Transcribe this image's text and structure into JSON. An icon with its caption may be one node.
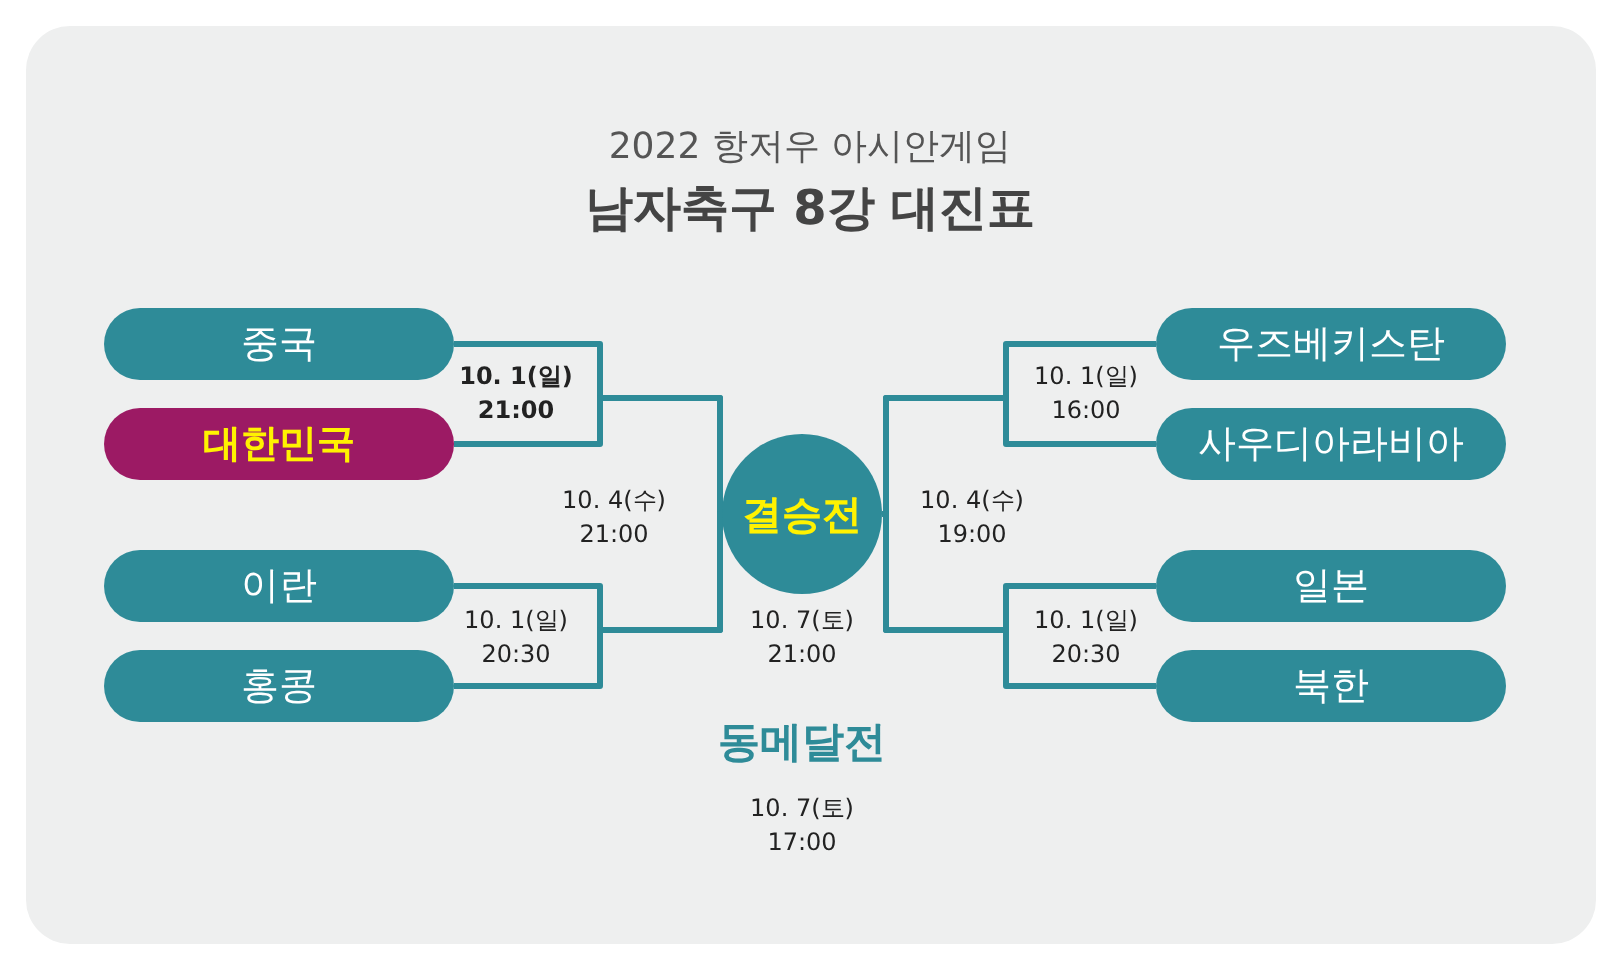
{
  "diagram": {
    "title": "남자축구 8강 대진표",
    "nodes": [
      {
        "text": [
          "중국"
        ]
      },
      {
        "text": [
          "대한민국"
        ]
      },
      {
        "text": [
          "이란"
        ]
      },
      {
        "text": [
          "홍콩"
        ]
      },
      {
        "text": [
          "우즈베키스탄"
        ]
      },
      {
        "text": [
          "사우디아라비아"
        ]
      },
      {
        "text": [
          "일본"
        ]
      },
      {
        "text": [
          "북한"
        ]
      },
      {
        "text": [
          "결승전"
        ],
        "beside": [
          "10. 7(토) 21:00"
        ]
      }
    ],
    "edges": [
      {
        "from": 0,
        "to": 8,
        "arrow": "none"
      },
      {
        "from": 1,
        "to": 8,
        "arrow": "none"
      },
      {
        "from": 2,
        "to": 8,
        "arrow": "none"
      },
      {
        "from": 3,
        "to": 8,
        "arrow": "none"
      },
      {
        "from": 4,
        "to": 8,
        "arrow": "none"
      },
      {
        "from": 5,
        "to": 8,
        "arrow": "none"
      },
      {
        "from": 6,
        "to": 8,
        "arrow": "none"
      },
      {
        "from": 7,
        "to": 8,
        "arrow": "none"
      }
    ],
    "labels": [
      "2022 항저우 아시안게임",
      "10. 1(일) 21:00",
      "10. 1(일) 16:00",
      "10. 4(수) 21:00",
      "10. 4(수) 19:00",
      "10. 1(일) 20:30",
      "10. 1(일) 20:30",
      "동메달전",
      "10. 7(토) 17:00"
    ]
  }
}
